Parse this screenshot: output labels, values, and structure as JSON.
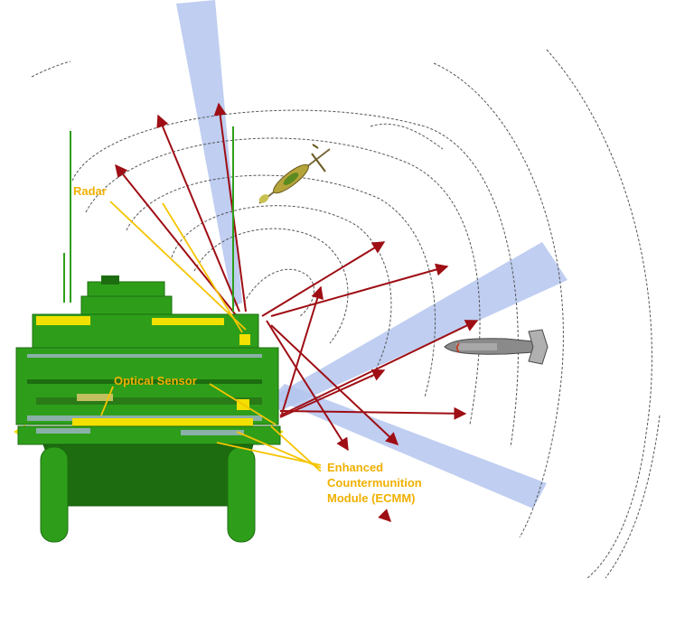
{
  "labels": {
    "radar": "Radar",
    "optical_sensor": "Optical Sensor",
    "ecmm_line1": "Enhanced",
    "ecmm_line2": "Countermunition",
    "ecmm_line3": "Module (ECMM)"
  },
  "colors": {
    "label_text": "#f0b000",
    "leader_line": "#f5c400",
    "vehicle_green": "#2e9e1a",
    "vehicle_dark": "#1d6d10",
    "sensor_yellow": "#f2e000",
    "arrow_red": "#9e0e14",
    "beam_blue": "#b4c6ef",
    "wave_line": "#555555"
  },
  "icons": {
    "vehicle": "armored-vehicle-icon",
    "rocket": "rocket-projectile-icon",
    "bomb": "guided-bomb-icon"
  }
}
